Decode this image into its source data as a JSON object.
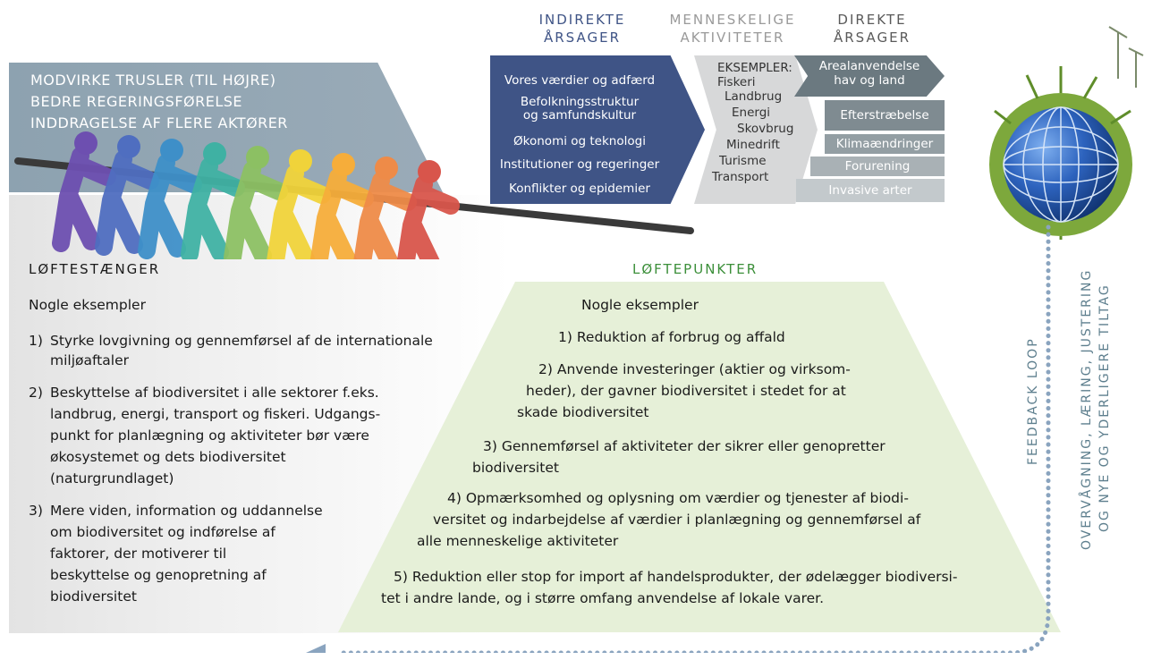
{
  "banner": {
    "lines": [
      "MODVIRKE TRUSLER (TIL HØJRE)",
      "BEDRE REGERINGSFØRELSE",
      "INDDRAGELSE AF FLERE AKTØRER"
    ]
  },
  "columns": {
    "indirect_title": "INDIREKTE\nÅRSAGER",
    "human_title": "MENNESKELIGE\nAKTIVITETER",
    "direct_title": "DIREKTE\nÅRSAGER"
  },
  "indirect_items": [
    "Vores værdier og adfærd",
    "Befolkningsstruktur\nog samfundskultur",
    "Økonomi og teknologi",
    "Institutioner og regeringer",
    "Konflikter og epidemier"
  ],
  "human": {
    "examples_label": "EKSEMPLER:",
    "items": [
      "Fiskeri",
      "Landbrug",
      "Energi",
      "Skovbrug",
      "Minedrift",
      "Turisme",
      "Transport"
    ]
  },
  "direct_items": [
    "Arealanvendelse\nhav og land",
    "Efterstræbelse",
    "Klimaændringer",
    "Forurening",
    "Invasive arter"
  ],
  "levers": {
    "title": "LØFTESTÆNGER",
    "subtitle": "Nogle eksempler",
    "items": [
      {
        "n": "1)",
        "lines": [
          "Styrke lovgivning og gennemførsel af de internationale",
          "miljøaftaler"
        ]
      },
      {
        "n": "2)",
        "lines": [
          "Beskyttelse af biodiversitet i alle sektorer f.eks.",
          "landbrug, energi, transport og fiskeri. Udgangs-",
          "punkt for planlægning og aktiviteter bør være",
          "økosystemet og dets biodiversitet",
          "(naturgrundlaget)"
        ]
      },
      {
        "n": "3)",
        "lines": [
          "Mere viden, information og uddannelse",
          "om biodiversitet og indførelse af",
          "faktorer, der motiverer til",
          "beskyttelse og genopretning af",
          "biodiversitet"
        ]
      }
    ]
  },
  "leverage_points": {
    "title": "LØFTEPUNKTER",
    "subtitle": "Nogle eksempler",
    "items": [
      [
        "1) Reduktion af forbrug og affald"
      ],
      [
        "2) Anvende investeringer (aktier og virksom-",
        "heder), der gavner biodiversitet i stedet for at",
        "skade biodiversitet"
      ],
      [
        "3) Gennemførsel af aktiviteter der sikrer eller genopretter",
        "biodiversitet"
      ],
      [
        "4) Opmærksomhed og oplysning om værdier og tjenester af biodi-",
        "versitet og indarbejdelse af værdier i planlægning og gennemførsel af",
        "alle menneskelige aktiviteter"
      ],
      [
        "5) Reduktion eller stop for import af handelsprodukter, der ødelægger biodiversi-",
        "tet i andre lande, og i større omfang anvendelse af lokale varer."
      ]
    ]
  },
  "feedback": {
    "label": "FEEDBACK LOOP",
    "side_line1": "OVERVÅGNING, LÆRING, JUSTERING",
    "side_line2": "OG NYE OG YDERLIGERE TILTAG"
  },
  "colors": {
    "indirect": "#3f5486",
    "human": "#d7d8d9",
    "direct_bars": [
      "#6b7980",
      "#7f8b91",
      "#939ea3",
      "#a9b1b5",
      "#c3c9cc"
    ],
    "people": [
      "#6d4fb0",
      "#4f6ec0",
      "#3e8fc8",
      "#3fb1a3",
      "#8cc063",
      "#f0d33a",
      "#f6ad3a",
      "#ee8b48",
      "#d8554b"
    ],
    "accent_blue": "#3f5486",
    "accent_green": "#3c8f3a"
  }
}
